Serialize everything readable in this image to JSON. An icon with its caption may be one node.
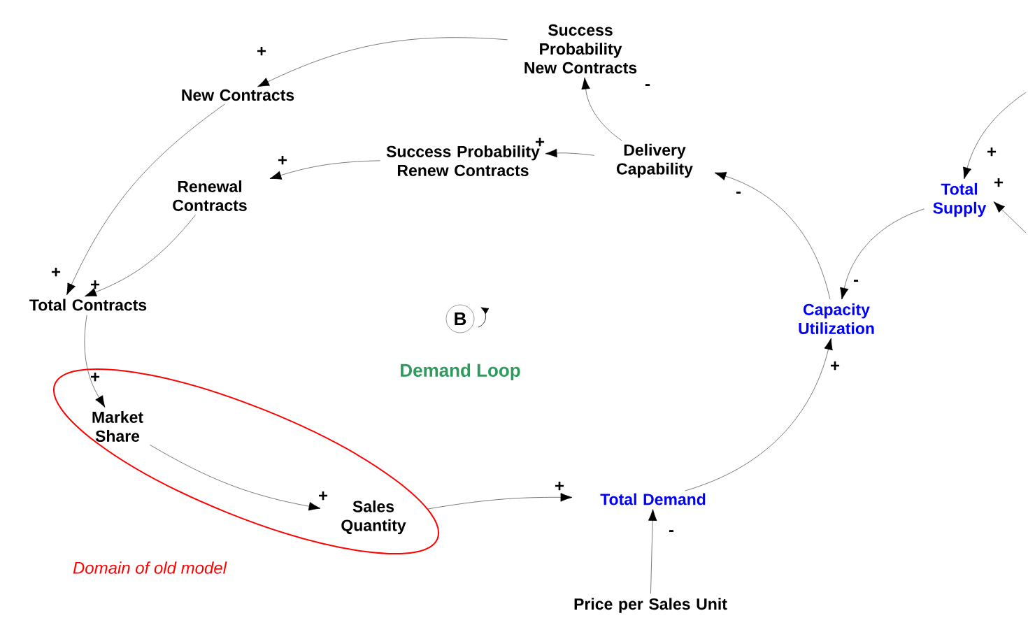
{
  "diagram": {
    "nodes": [
      {
        "text": [
          "Success Probability New Contracts"
        ]
      },
      {
        "text": [
          "New Contracts"
        ]
      },
      {
        "text": [
          "Success Probability Renew Contracts"
        ]
      },
      {
        "text": [
          "Delivery Capability"
        ]
      },
      {
        "text": [
          "Total Supply"
        ]
      },
      {
        "text": [
          "Renewal Contracts"
        ]
      },
      {
        "text": [
          "Total Contracts"
        ]
      },
      {
        "text": [
          "B"
        ]
      },
      {
        "text": [
          "Capacity Utilization"
        ]
      },
      {
        "text": [
          "Domain of old model"
        ]
      },
      {
        "text": [
          "Market Share"
        ],
        "in": 9
      },
      {
        "text": [
          "Sales Quantity"
        ],
        "in": 9
      },
      {
        "text": [
          "Total Demand"
        ]
      },
      {
        "text": [
          "Price per Sales Unit"
        ]
      }
    ],
    "edges": [
      {
        "from": 0,
        "to": 1,
        "arrow": "to",
        "label": "+"
      },
      {
        "from": 3,
        "to": 0,
        "arrow": "to",
        "label": "-"
      },
      {
        "from": 3,
        "to": 2,
        "arrow": "to",
        "label": "+"
      },
      {
        "from": 2,
        "to": 5,
        "arrow": "to",
        "label": "+"
      },
      {
        "from": 1,
        "to": 6,
        "arrow": "to",
        "label": "+"
      },
      {
        "from": 5,
        "to": 6,
        "arrow": "to",
        "label": "+"
      },
      {
        "from": 6,
        "to": 10,
        "arrow": "to",
        "label": "+"
      },
      {
        "from": 10,
        "to": 11,
        "arrow": "to",
        "label": "+"
      },
      {
        "from": 11,
        "to": 12,
        "arrow": "to",
        "label": "+"
      },
      {
        "from": 13,
        "to": 12,
        "arrow": "to",
        "label": "-"
      },
      {
        "from": 12,
        "to": 8,
        "arrow": "to",
        "label": "+"
      },
      {
        "from": 8,
        "to": 3,
        "arrow": "to",
        "label": "-"
      },
      {
        "from": 4,
        "to": 8,
        "arrow": "to",
        "label": "-"
      },
      {
        "from": null,
        "to": 4,
        "arrow": "to",
        "label": "+"
      },
      {
        "from": null,
        "to": 4,
        "arrow": "to",
        "label": "+"
      }
    ],
    "labels": [
      "Demand Loop"
    ]
  }
}
